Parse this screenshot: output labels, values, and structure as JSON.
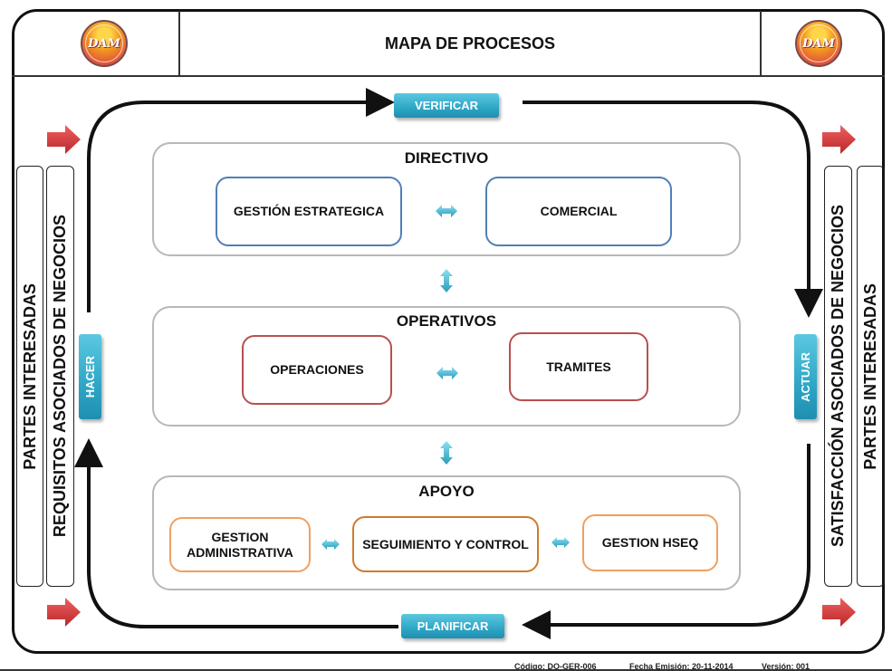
{
  "header": {
    "title": "MAPA DE PROCESOS",
    "logo_left_text": "DAM",
    "logo_right_text": "DAM"
  },
  "cycle": {
    "top": "VERIFICAR",
    "left": "HACER",
    "right": "ACTUAR",
    "bottom": "PLANIFICAR"
  },
  "left_side": {
    "outer": "PARTES INTERESADAS",
    "inner": "REQUISITOS ASOCIADOS DE NEGOCIOS"
  },
  "right_side": {
    "inner": "SATISFACCIÓN ASOCIADOS DE NEGOCIOS",
    "outer": "PARTES INTERESADAS"
  },
  "sections": {
    "directivo": {
      "title": "DIRECTIVO",
      "boxes": [
        "GESTIÓN ESTRATEGICA",
        "COMERCIAL"
      ]
    },
    "operativos": {
      "title": "OPERATIVOS",
      "boxes": [
        "OPERACIONES",
        "TRAMITES"
      ]
    },
    "apoyo": {
      "title": "APOYO",
      "boxes": [
        "GESTION ADMINISTRATIVA",
        "SEGUIMIENTO Y CONTROL",
        "GESTION HSEQ"
      ]
    }
  },
  "footer": {
    "codigo": "Código: DO-GER-006",
    "fecha": "Fecha Emisión: 20-11-2014",
    "version": "Versión:   001"
  },
  "colors": {
    "cyan": "#2ea6c6",
    "blue_border": "#4f7fb8",
    "red_border": "#b85050",
    "orange_border": "#f0a060",
    "red_arrow": "#d03a3a"
  }
}
